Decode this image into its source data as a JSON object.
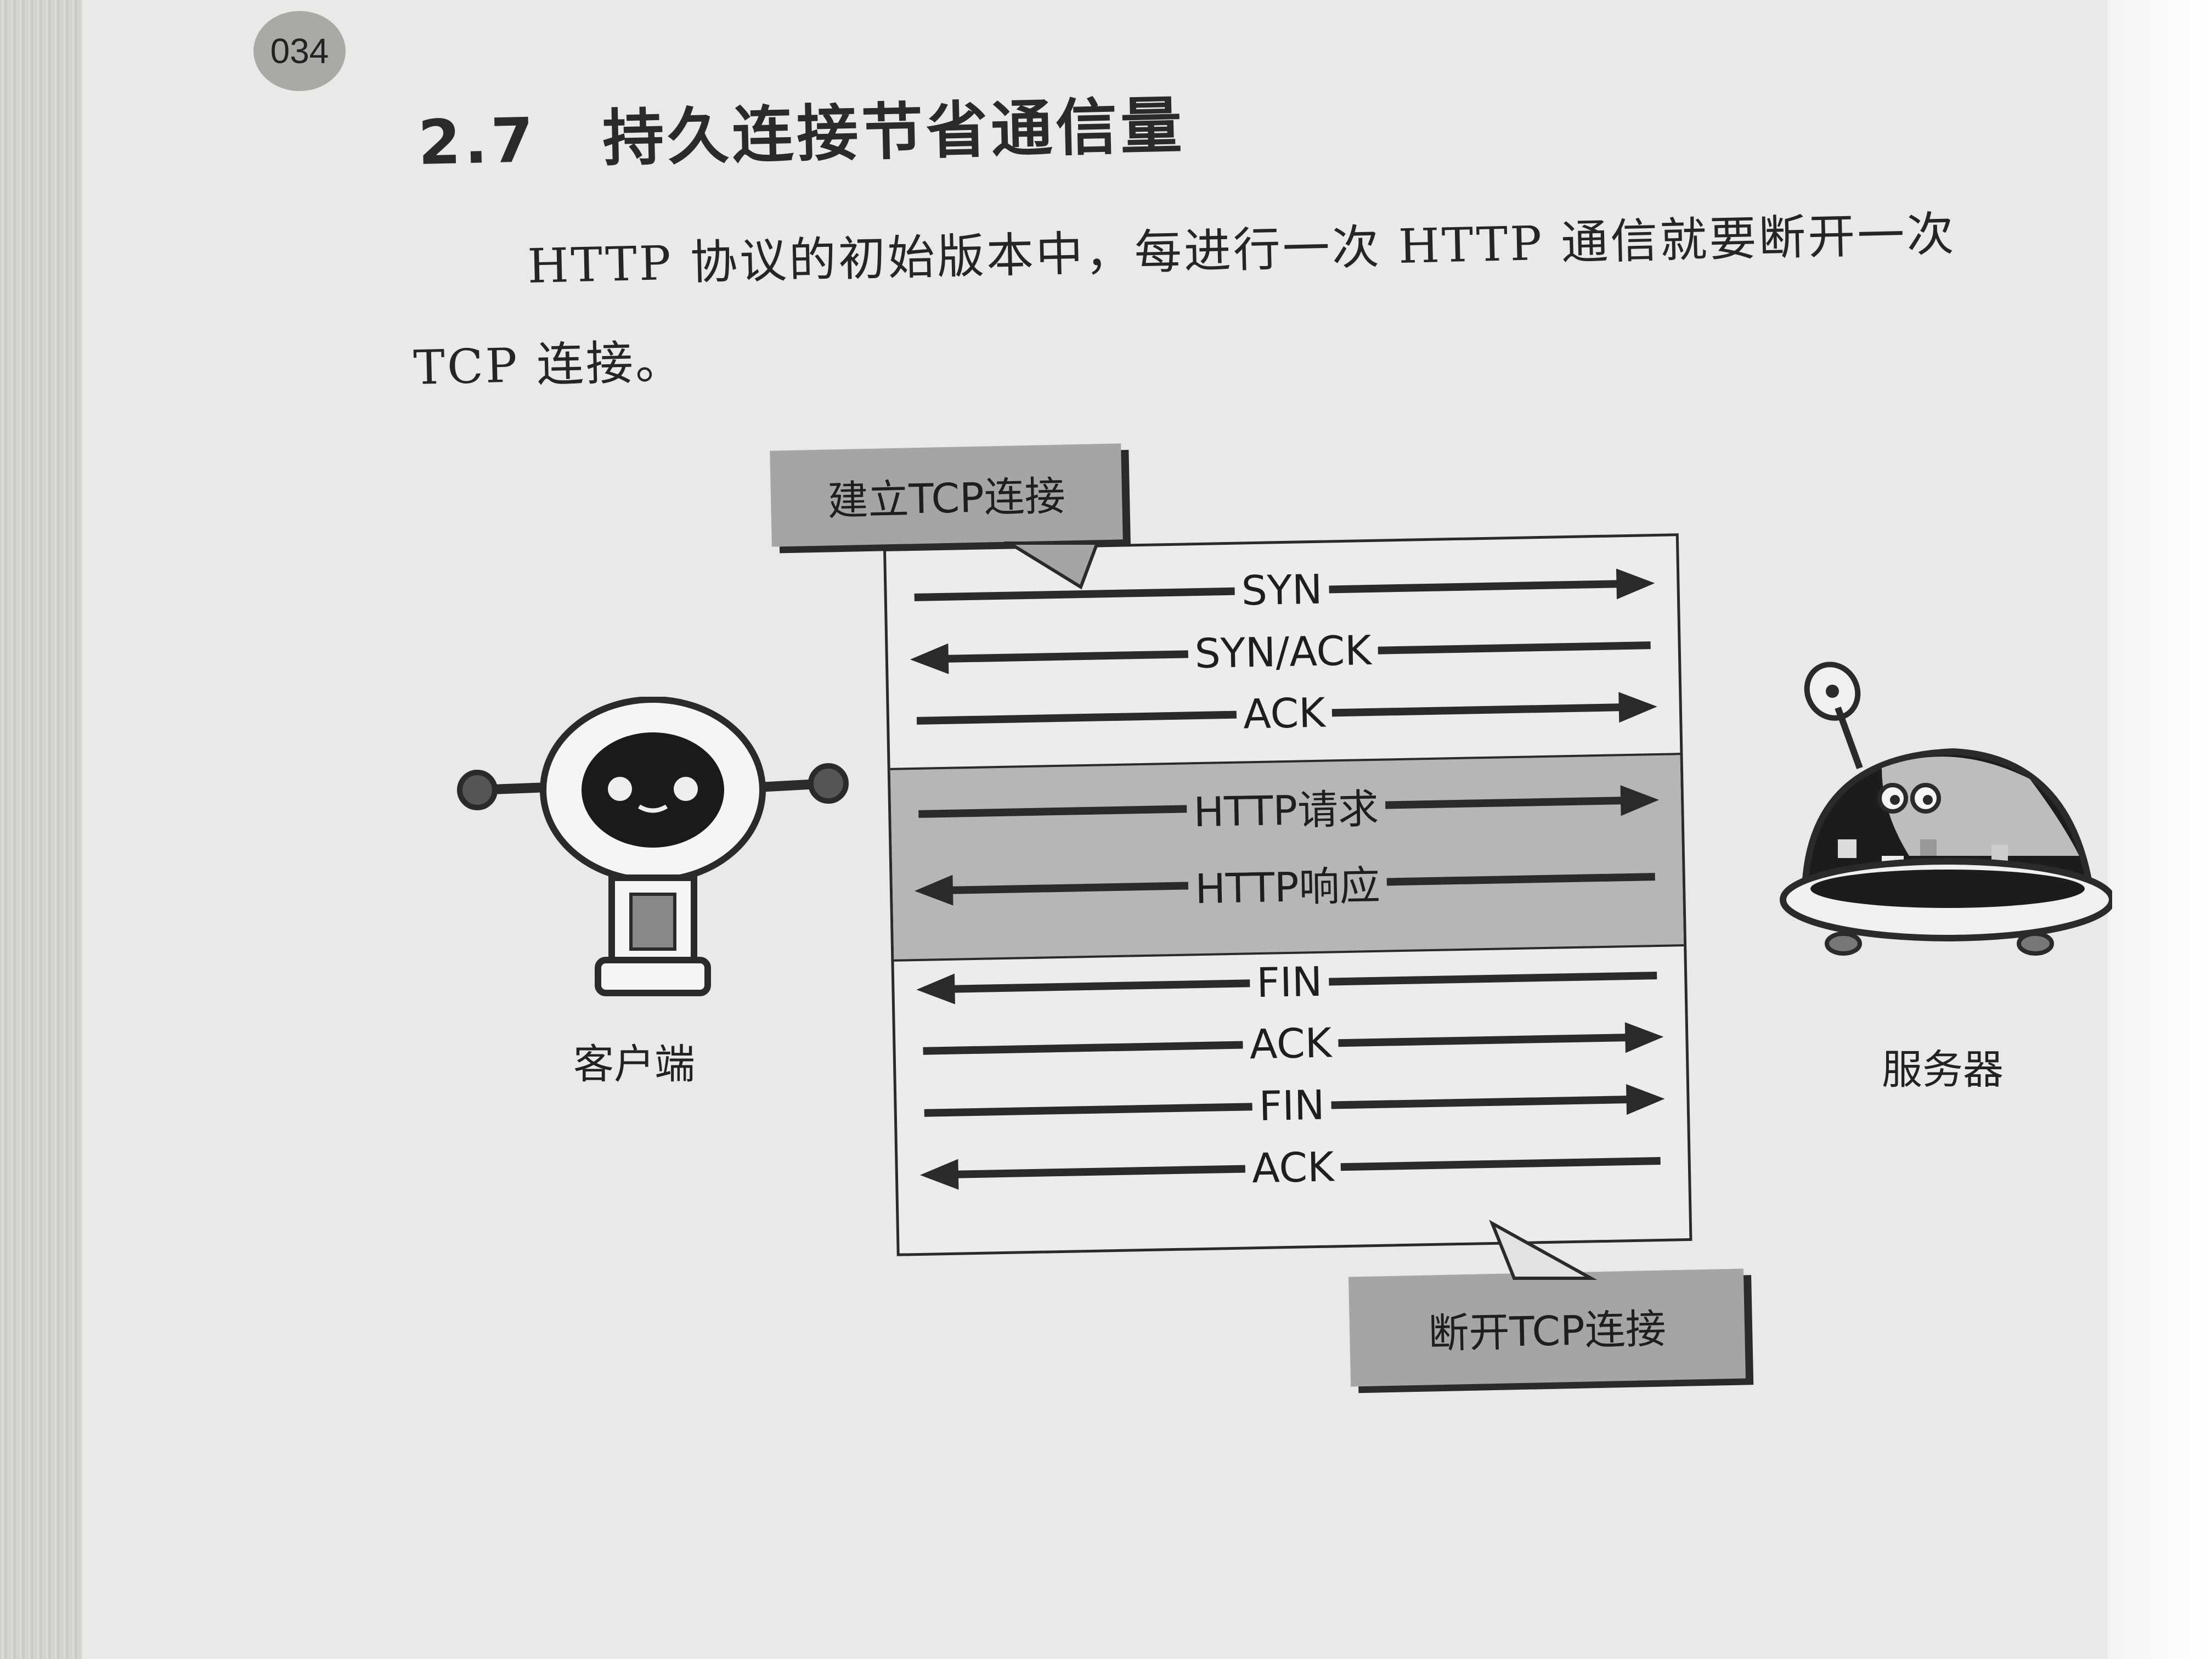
{
  "page_number": "034",
  "section": {
    "number": "2.7",
    "title": "持久连接节省通信量"
  },
  "paragraph": {
    "line1": "HTTP 协议的初始版本中，每进行一次 HTTP 通信就要断开一次",
    "line2": "TCP 连接。"
  },
  "diagram": {
    "callout_establish": "建立TCP连接",
    "callout_close": "断开TCP连接",
    "client_label": "客户端",
    "server_label": "服务器",
    "messages": [
      {
        "label": "SYN",
        "direction": "right"
      },
      {
        "label": "SYN/ACK",
        "direction": "left"
      },
      {
        "label": "ACK",
        "direction": "right"
      },
      {
        "label": "HTTP请求",
        "direction": "right"
      },
      {
        "label": "HTTP响应",
        "direction": "left"
      },
      {
        "label": "FIN",
        "direction": "left"
      },
      {
        "label": "ACK",
        "direction": "right"
      },
      {
        "label": "FIN",
        "direction": "right"
      },
      {
        "label": "ACK",
        "direction": "left"
      }
    ]
  },
  "colors": {
    "band": "#b6b6b4",
    "callout": "#a5a5a3",
    "ink": "#222222"
  }
}
